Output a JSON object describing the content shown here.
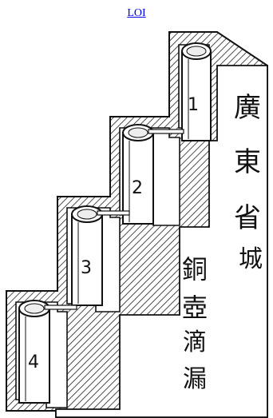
{
  "header": {
    "link_text": "LOI"
  },
  "figure": {
    "vessel_labels": [
      "1",
      "2",
      "3",
      "4"
    ],
    "inscription": [
      "廣",
      "東",
      "省",
      "城",
      "銅",
      "壺",
      "滴",
      "漏"
    ]
  }
}
